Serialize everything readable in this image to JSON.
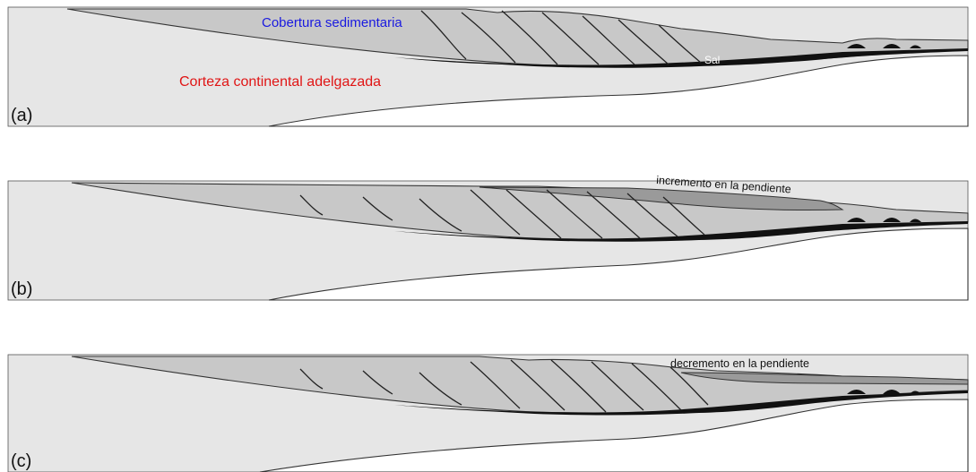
{
  "colors": {
    "crust": "#e6e6e6",
    "sediment": "#c8c8c8",
    "new_wedge": "#9a9a9a",
    "salt": "#111111",
    "outline": "#333333",
    "label_cover": "#1a1ae0",
    "label_crust": "#e01515"
  },
  "panels": [
    {
      "id": "a",
      "label": "(a)",
      "annotation": "",
      "texts": {
        "cover": "Cobertura sedimentaria",
        "crust": "Corteza continental adelgazada",
        "salt": "Sal"
      }
    },
    {
      "id": "b",
      "label": "(b)",
      "annotation": "incremento en la pendiente"
    },
    {
      "id": "c",
      "label": "(c)",
      "annotation": "decremento en la pendiente"
    }
  ]
}
